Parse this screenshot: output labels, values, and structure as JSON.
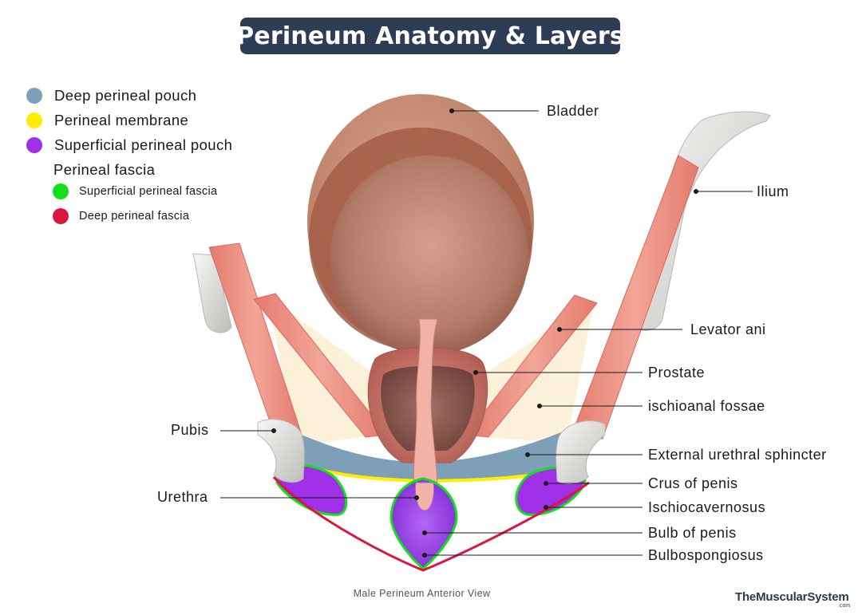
{
  "title": "Perineum Anatomy & Layers",
  "legend": {
    "items": [
      {
        "label": "Deep perineal pouch",
        "color": "#7e9fb8"
      },
      {
        "label": "Perineal membrane",
        "color": "#ffee00"
      },
      {
        "label": "Superficial perineal pouch",
        "color": "#a02fe8"
      }
    ],
    "fascia_heading": "Perineal fascia",
    "fascia_items": [
      {
        "label": "Superficial perineal fascia",
        "color": "#11e01e"
      },
      {
        "label": "Deep perineal fascia",
        "color": "#dc1440"
      }
    ]
  },
  "labels": {
    "bladder": "Bladder",
    "ilium": "Ilium",
    "levator_ani": "Levator ani",
    "prostate": "Prostate",
    "ischioanal_fossae": "ischioanal fossae",
    "pubis": "Pubis",
    "external_urethral_sphincter": "External urethral sphincter",
    "urethra": "Urethra",
    "crus_of_penis": "Crus of penis",
    "ischiocavernosus": "Ischiocavernosus",
    "bulb_of_penis": "Bulb of penis",
    "bulbospongiosus": "Bulbospongiosus"
  },
  "caption": "Male Perineum Anterior View",
  "brand": {
    "name": "TheMuscularSystem",
    "suffix": ".com"
  }
}
